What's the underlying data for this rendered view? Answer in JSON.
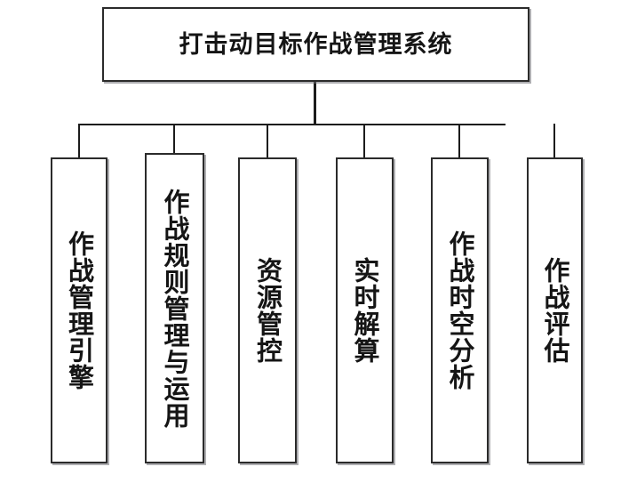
{
  "diagram": {
    "type": "hierarchy-tree",
    "orientation": "top-down",
    "levels": 2,
    "background_color": "#ffffff",
    "line_color": "#1c1c1c",
    "box_border_color": "#2b2b2b",
    "box_fill_color": "#ffffff",
    "text_color": "#151515",
    "root": {
      "label": "打击动目标作战管理系统",
      "text_orientation": "horizontal"
    },
    "children": [
      {
        "label": "作战管理引擎",
        "char_count": 6,
        "text_orientation": "vertical"
      },
      {
        "label": "作战规则管理与运用",
        "char_count": 8,
        "text_orientation": "vertical"
      },
      {
        "label": "资源管控",
        "char_count": 4,
        "text_orientation": "vertical"
      },
      {
        "label": "实时解算",
        "char_count": 4,
        "text_orientation": "vertical"
      },
      {
        "label": "作战时空分析",
        "char_count": 6,
        "text_orientation": "vertical"
      },
      {
        "label": "作战评估",
        "char_count": 4,
        "text_orientation": "vertical"
      }
    ]
  }
}
